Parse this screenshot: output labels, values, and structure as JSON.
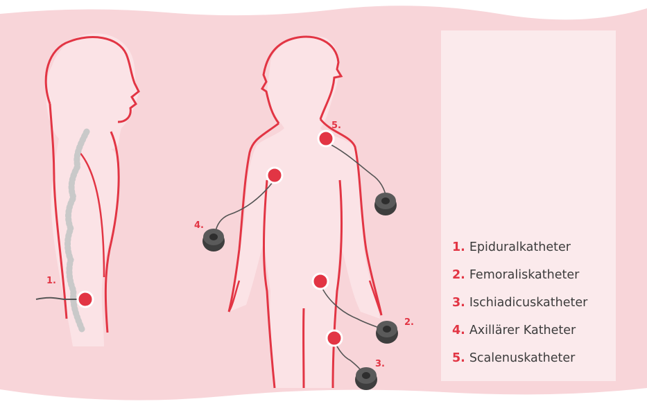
{
  "legend": [
    {
      "num": "1.",
      "label": "Epiduralkatheter"
    },
    {
      "num": "2.",
      "label": "Femoraliskatheter"
    },
    {
      "num": "3.",
      "label": "Ischiadicuskatheter"
    },
    {
      "num": "4.",
      "label": "Axillärer Katheter"
    },
    {
      "num": "5.",
      "label": "Scalenuskatheter"
    }
  ],
  "callouts": {
    "c1": "1.",
    "c2": "2.",
    "c3": "3.",
    "c4": "4.",
    "c5": "5."
  },
  "colors": {
    "accent_red": "#e23544",
    "background_pink": "#f8d5d9",
    "panel_pink": "#fbeaec",
    "body_fill": "#fbe3e6",
    "spine_gray": "#c9c9c9",
    "pump_dark": "#3e3e3e",
    "legend_text": "#3b3b3b"
  }
}
